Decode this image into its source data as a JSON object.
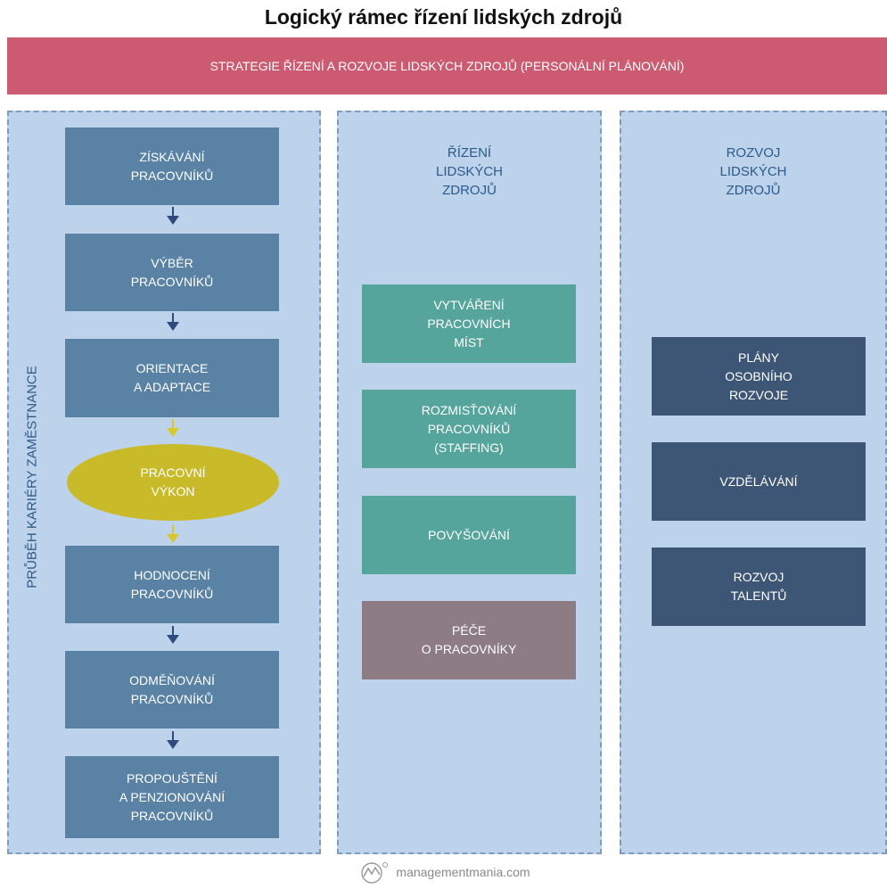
{
  "title": "Logický rámec řízení lidských zdrojů",
  "banner": {
    "text": "STRATEGIE ŘÍZENÍ A ROZVOJE LIDSKÝCH ZDROJŮ (PERSONÁLNÍ PLÁNOVÁNÍ)"
  },
  "vertical_label": "PRŮBĚH KARIÉRY ZAMĚSTNANCE",
  "column_hr": {
    "label": "ŘÍZENÍ\nLIDSKÝCH\nZDROJŮ"
  },
  "column_dev": {
    "label": "ROZVOJ\nLIDSKÝCH\nZDROJŮ"
  },
  "career_steps": [
    "ZÍSKÁVÁNÍ\nPRACOVNÍKŮ",
    "VÝBĚR\nPRACOVNÍKŮ",
    "ORIENTACE\nA ADAPTACE",
    "PRACOVNÍ\nVÝKON",
    "HODNOCENÍ\nPRACOVNÍKŮ",
    "ODMĚŇOVÁNÍ\nPRACOVNÍKŮ",
    "PROPOUŠTĚNÍ\nA PENZIONOVÁNÍ\nPRACOVNÍKŮ"
  ],
  "hr_items": [
    "VYTVÁŘENÍ\nPRACOVNÍCH\nMÍST",
    "ROZMISŤOVÁNÍ\nPRACOVNÍKŮ\n(STAFFING)",
    "POVYŠOVÁNÍ",
    "PÉČE\nO PRACOVNÍKY"
  ],
  "dev_items": [
    "PLÁNY\nOSOBNÍHO\nROZVOJE",
    "VZDĚLÁVÁNÍ",
    "ROZVOJ\nTALENTŮ"
  ],
  "footer": {
    "text": "managementmania.com"
  },
  "colors": {
    "banner": "#cc5a71",
    "column_bg": "#bdd3ec",
    "column_border": "#7f9bbd",
    "career_box": "#5a82a5",
    "performance_ellipse": "#c9ba2a",
    "hr_box": "#55a59c",
    "care_box": "#8e7c85",
    "dev_box": "#3d5676",
    "arrow_dark": "#2f4a7c",
    "arrow_yellow": "#d8c82e"
  }
}
